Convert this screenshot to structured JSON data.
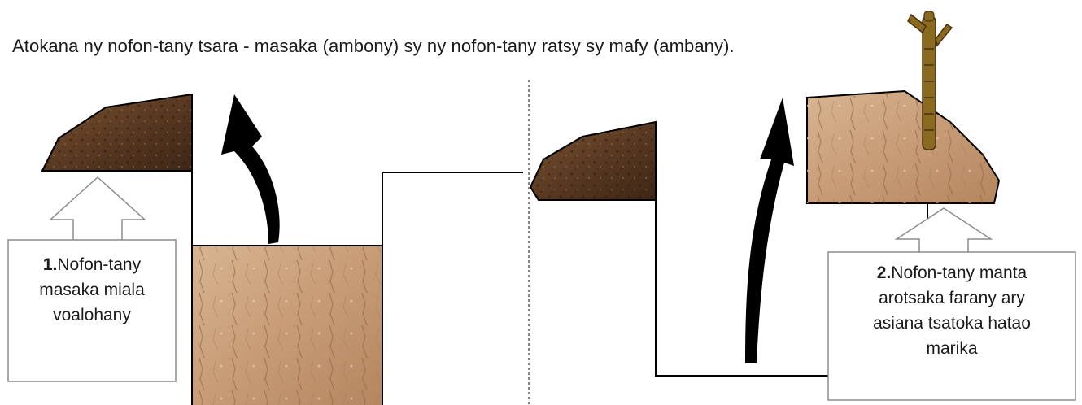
{
  "caption": "Atokana ny nofon-tany tsara - masaka (ambony) sy ny nofon-tany ratsy sy mafy (ambany).",
  "left_panel": {
    "label_number": "1.",
    "label_lines": [
      "Nofon-tany",
      "masaka miala",
      "voalohany"
    ]
  },
  "right_panel": {
    "label_number": "2.",
    "label_lines": [
      "Nofon-tany manta",
      "arotsaka farany ary",
      "asiana tsatoka hatao",
      "marika"
    ]
  },
  "colors": {
    "topsoil_dark": "#5a3a22",
    "subsoil_light": "#c9a07a",
    "arrow": "#000000",
    "stake": "#8a6a1e",
    "stake_band": "#4a3310",
    "outline": "#8c8c8c"
  }
}
